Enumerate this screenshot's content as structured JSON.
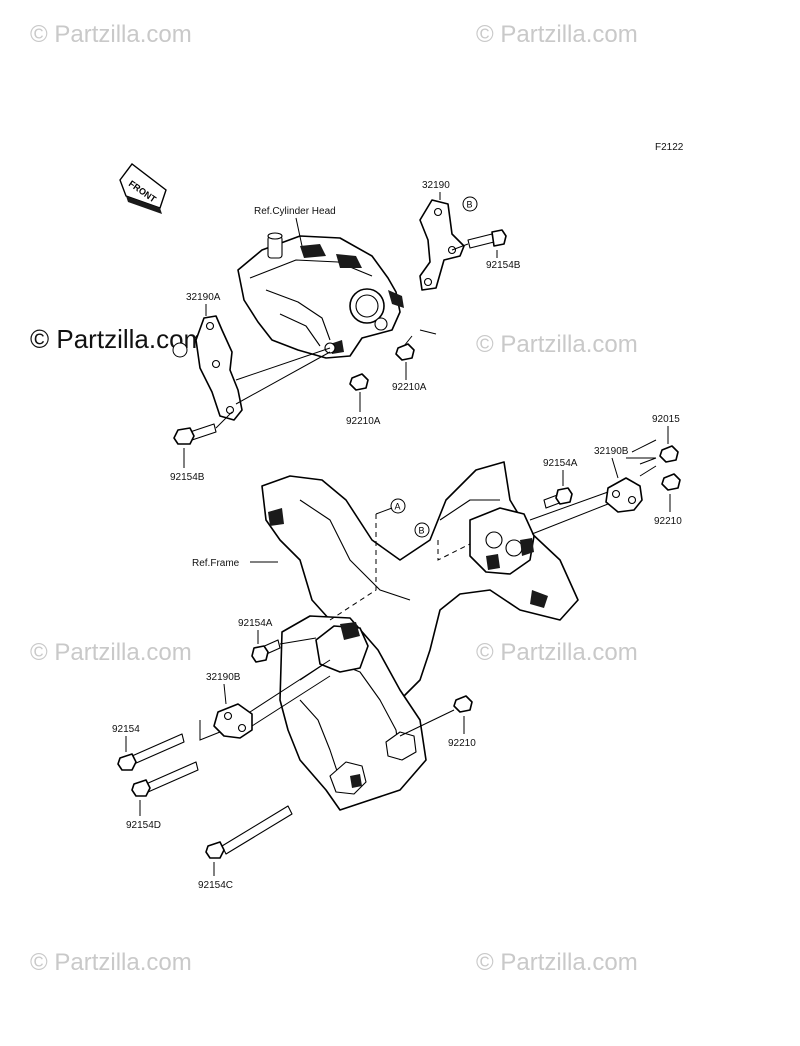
{
  "watermarks": {
    "tl": "© Partzilla.com",
    "tr": "© Partzilla.com",
    "mid_l_big": "© Partzilla.com",
    "mid_r": "© Partzilla.com",
    "lower_l": "© Partzilla.com",
    "lower_r": "© Partzilla.com",
    "bot_l": "© Partzilla.com",
    "bot_r": "© Partzilla.com"
  },
  "diagram_code": "F2122",
  "front_label": "FRONT",
  "refs": {
    "cylinder_head": "Ref.Cylinder Head",
    "frame": "Ref.Frame"
  },
  "bubbles": {
    "a": "A",
    "b": "B"
  },
  "parts": {
    "p32190": "32190",
    "p92154B_top": "92154B",
    "p32190A": "32190A",
    "p92210A_right": "92210A",
    "p92210A_center": "92210A",
    "p92154B_left": "92154B",
    "p92015": "92015",
    "p92154A_right": "92154A",
    "p32190B_right": "32190B",
    "p92210_right": "92210",
    "p92154A_left": "92154A",
    "p32190B_left": "32190B",
    "p92154": "92154",
    "p92154D": "92154D",
    "p92210_center": "92210",
    "p92154C": "92154C"
  }
}
